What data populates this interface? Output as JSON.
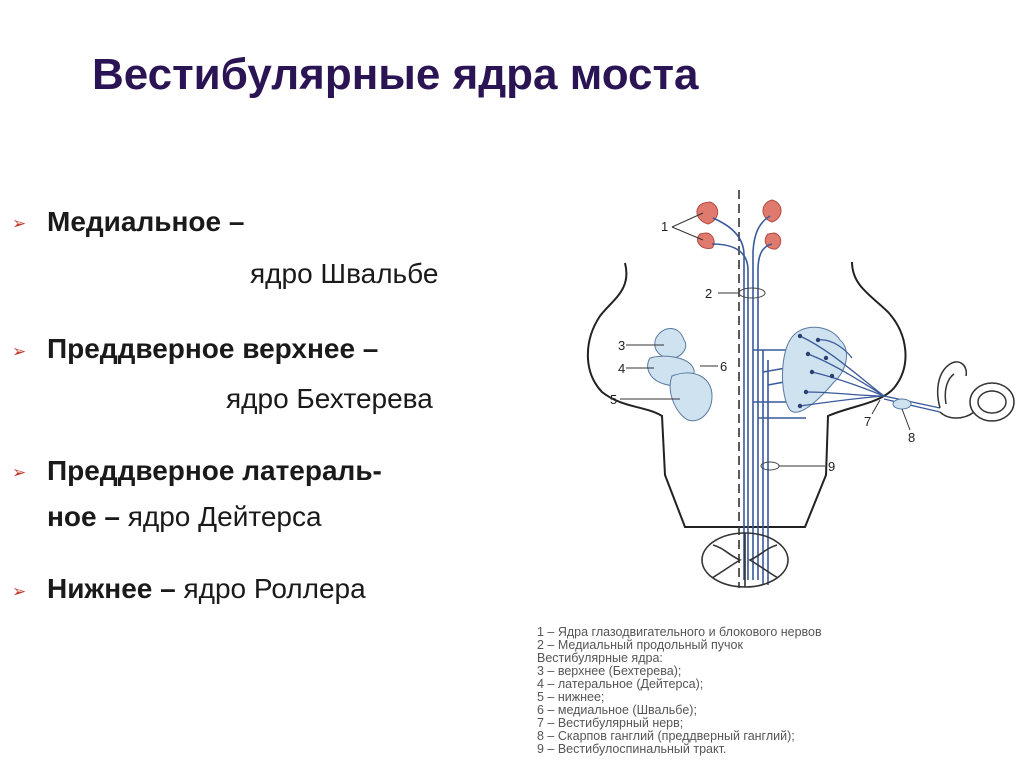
{
  "slide": {
    "title": "Вестибулярные ядра моста",
    "bullets": [
      {
        "bold": "Медиальное –",
        "rest": "",
        "cont": "ядро Швальбе"
      },
      {
        "bold": "Преддверное верхнее –",
        "rest": "",
        "cont": "ядро Бехтерева"
      },
      {
        "bold": "Преддверное латераль-",
        "rest": "",
        "cont_bold": "ное –",
        "cont": " ядро Дейтерса"
      },
      {
        "bold": "Нижнее –",
        "rest": " ядро Роллера"
      }
    ],
    "bullet_marker": "➢",
    "accent_color": "#2b1454",
    "bullet_color": "#c0392b"
  },
  "diagram": {
    "callouts": [
      "1",
      "2",
      "3",
      "4",
      "5",
      "6",
      "7",
      "8",
      "9"
    ],
    "legend": [
      "1 – Ядра глазодвигательного и блокового нервов",
      "2 – Медиальный продольный пучок",
      "Вестибулярные ядра:",
      "3 – верхнее (Бехтерева);",
      "4 – латеральное (Дейтерса);",
      "5 – нижнее;",
      "6 – медиальное (Швальбе);",
      "7 – Вестибулярный нерв;",
      "8 – Скарпов ганглий (преддверный ганглий);",
      "9 – Вестибулоспинальный тракт."
    ]
  }
}
